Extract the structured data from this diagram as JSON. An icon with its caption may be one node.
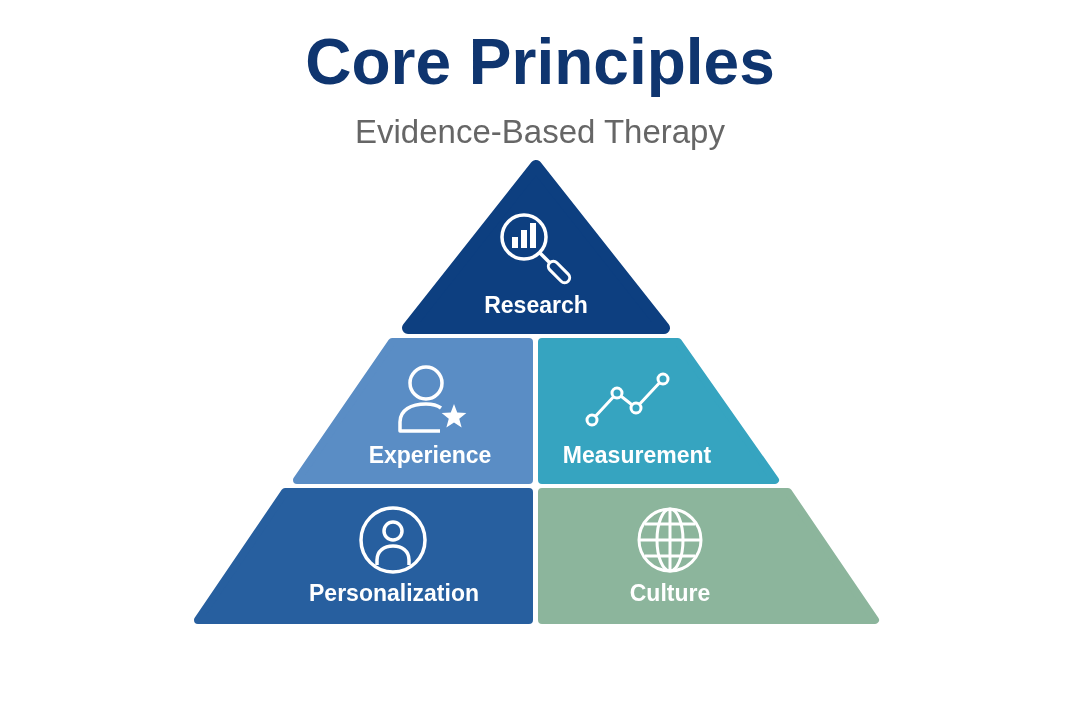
{
  "diagram": {
    "title": "Core Principles",
    "nodes": [
      {
        "text": [
          "Research"
        ]
      },
      {
        "text": [
          "Experience"
        ]
      },
      {
        "text": [
          "Measurement"
        ]
      },
      {
        "text": [
          "Personalization"
        ]
      },
      {
        "text": [
          "Culture"
        ]
      }
    ],
    "labels": [
      "Evidence-Based Therapy"
    ]
  }
}
